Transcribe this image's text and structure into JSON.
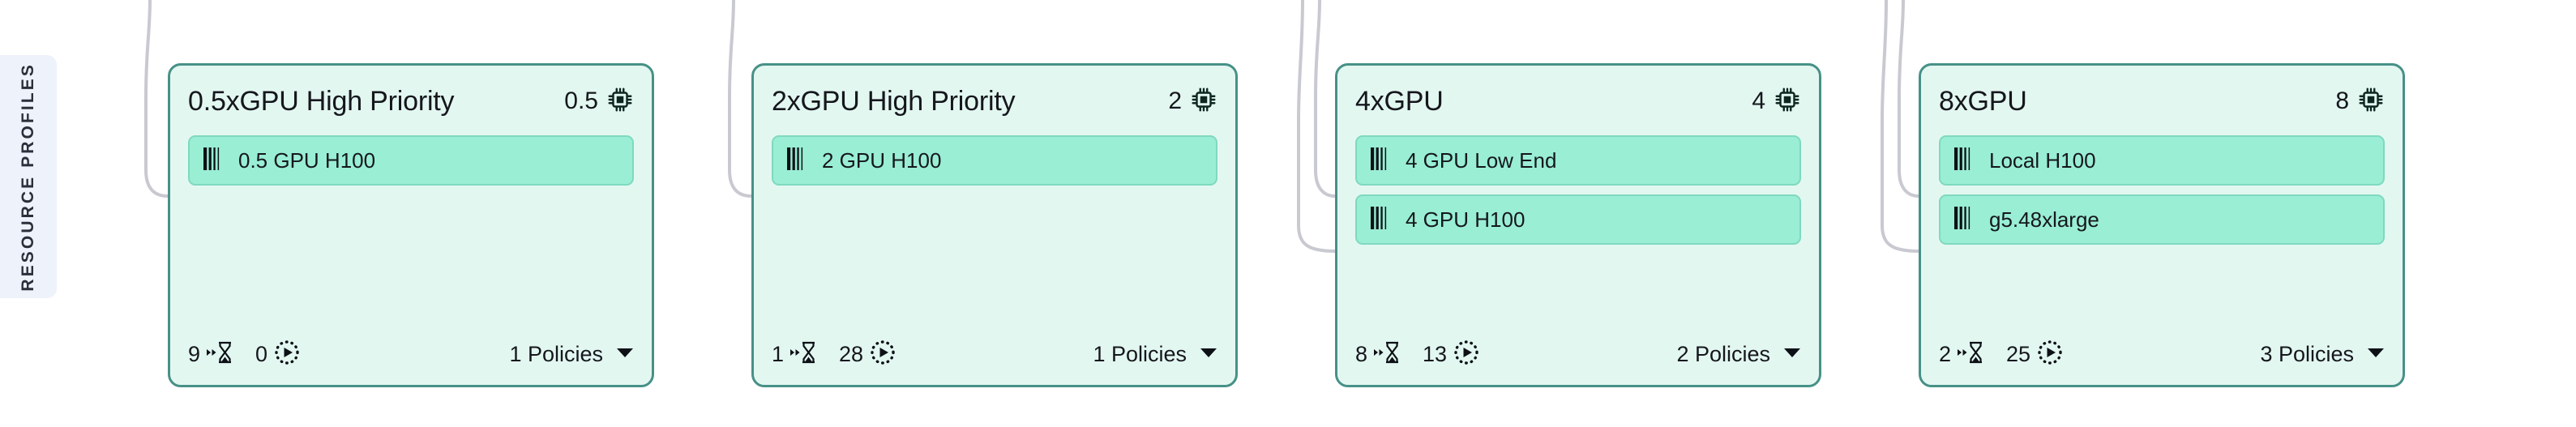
{
  "rail": {
    "label": "RESOURCE PROFILES"
  },
  "colors": {
    "card_bg": "#e3f7f1",
    "card_border": "#479187",
    "resource_bg": "#99eed4",
    "resource_border": "#7fd9bf",
    "rail_bg": "#eef2fb",
    "connector": "#c9c9d1",
    "text": "#15171c",
    "page_bg": "#ffffff"
  },
  "icons": {
    "gpu": "cpu-chip-icon",
    "resource": "bars-icon",
    "queued": "hourglass-arrow-icon",
    "running": "running-play-dotted-circle-icon",
    "dropdown": "chevron-down-icon"
  },
  "cards": [
    {
      "title": "0.5xGPU High Priority",
      "gpu_count": "0.5",
      "resources": [
        {
          "label": "0.5 GPU H100"
        }
      ],
      "queued": "9",
      "running": "0",
      "policies": "1 Policies"
    },
    {
      "title": "2xGPU High Priority",
      "gpu_count": "2",
      "resources": [
        {
          "label": "2 GPU H100"
        }
      ],
      "queued": "1",
      "running": "28",
      "policies": "1 Policies"
    },
    {
      "title": "4xGPU",
      "gpu_count": "4",
      "resources": [
        {
          "label": "4 GPU Low End"
        },
        {
          "label": "4 GPU H100"
        }
      ],
      "queued": "8",
      "running": "13",
      "policies": "2 Policies"
    },
    {
      "title": "8xGPU",
      "gpu_count": "8",
      "resources": [
        {
          "label": "Local H100"
        },
        {
          "label": "g5.48xlarge"
        }
      ],
      "queued": "2",
      "running": "25",
      "policies": "3 Policies"
    }
  ]
}
